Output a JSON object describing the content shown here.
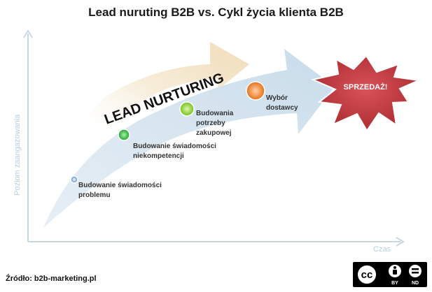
{
  "title": "Lead nuruting B2B vs. Cykl życia klienta B2B",
  "axes": {
    "y_label": "Poziom zaangażowania",
    "x_label": "Czas"
  },
  "band": {
    "label": "LEAD NURTURING",
    "color": "#f5ead4"
  },
  "curve_color": "#d4e3ee",
  "stages": [
    {
      "lines": [
        "Budowanie świadomości",
        "problemu"
      ],
      "color": "#4a86c8"
    },
    {
      "lines": [
        "Budowanie świadomości",
        "niekompetencji"
      ],
      "color": "#3cc04a"
    },
    {
      "lines": [
        "Budowania",
        "potrzeby",
        "zakupowej"
      ],
      "color": "#8fd42c"
    },
    {
      "lines": [
        "Wybór",
        "dostawcy"
      ],
      "color": "#f08a2c"
    }
  ],
  "sale": {
    "label": "SPRZEDAŻ!",
    "color": "#c43a3f"
  },
  "source": "Źródło: b2b-marketing.pl",
  "license": {
    "cc": "cc",
    "by": "BY",
    "nd": "ND"
  }
}
